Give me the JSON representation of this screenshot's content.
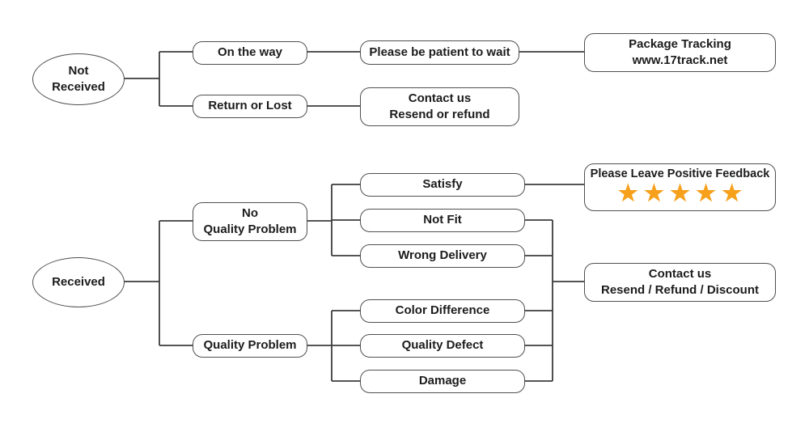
{
  "diagram": {
    "type": "flowchart",
    "colors": {
      "background": "#ffffff",
      "line": "#3d3d3d",
      "border": "#4f4f4f",
      "text": "#1c1c1c",
      "star": "#F6A01B"
    },
    "nodes": {
      "not_received": "Not\nReceived",
      "on_the_way": "On the way",
      "return_or_lost": "Return or Lost",
      "please_wait": "Please be patient to wait",
      "package_tracking": "Package Tracking\nwww.17track.net",
      "contact_resend_refund": "Contact us\nResend or refund",
      "received": "Received",
      "no_quality_problem": "No\nQuality Problem",
      "quality_problem": "Quality Problem",
      "satisfy": "Satisfy",
      "not_fit": "Not Fit",
      "wrong_delivery": "Wrong Delivery",
      "color_difference": "Color Difference",
      "quality_defect": "Quality Defect",
      "damage": "Damage",
      "feedback_title": "Please Leave Positive Feedback",
      "feedback_stars": "★★★★★",
      "feedback_star_count": 5,
      "contact_discount": "Contact us\nResend / Refund / Discount"
    },
    "edges": [
      {
        "from": "not_received",
        "to": "on_the_way"
      },
      {
        "from": "not_received",
        "to": "return_or_lost"
      },
      {
        "from": "on_the_way",
        "to": "please_wait"
      },
      {
        "from": "please_wait",
        "to": "package_tracking"
      },
      {
        "from": "return_or_lost",
        "to": "contact_resend_refund"
      },
      {
        "from": "received",
        "to": "no_quality_problem"
      },
      {
        "from": "received",
        "to": "quality_problem"
      },
      {
        "from": "no_quality_problem",
        "to": "satisfy"
      },
      {
        "from": "no_quality_problem",
        "to": "not_fit"
      },
      {
        "from": "no_quality_problem",
        "to": "wrong_delivery"
      },
      {
        "from": "satisfy",
        "to": "feedback_title"
      },
      {
        "from": "quality_problem",
        "to": "color_difference"
      },
      {
        "from": "quality_problem",
        "to": "quality_defect"
      },
      {
        "from": "quality_problem",
        "to": "damage"
      },
      {
        "from": "not_fit",
        "to": "contact_discount"
      },
      {
        "from": "wrong_delivery",
        "to": "contact_discount"
      },
      {
        "from": "color_difference",
        "to": "contact_discount"
      },
      {
        "from": "quality_defect",
        "to": "contact_discount"
      },
      {
        "from": "damage",
        "to": "contact_discount"
      }
    ]
  }
}
